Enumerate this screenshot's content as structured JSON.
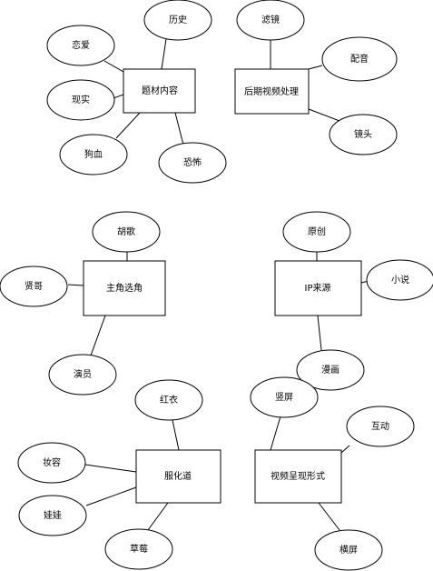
{
  "groups": [
    {
      "id": "topic",
      "center": "题材内容",
      "items": [
        "历史",
        "恋爱",
        "现实",
        "狗血",
        "恐怖"
      ]
    },
    {
      "id": "post",
      "center": "后期视频处理",
      "items": [
        "滤镜",
        "配音",
        "镜头"
      ]
    },
    {
      "id": "cast",
      "center": "主角选角",
      "items": [
        "胡歌",
        "贤哥",
        "演员"
      ]
    },
    {
      "id": "ip",
      "center": "IP来源",
      "items": [
        "原创",
        "小说",
        "漫画"
      ]
    },
    {
      "id": "costume",
      "center": "服化道",
      "items": [
        "红衣",
        "妆容",
        "娃娃",
        "草莓"
      ]
    },
    {
      "id": "format",
      "center": "视频呈现形式",
      "items": [
        "竖屏",
        "互动",
        "横屏"
      ]
    }
  ]
}
